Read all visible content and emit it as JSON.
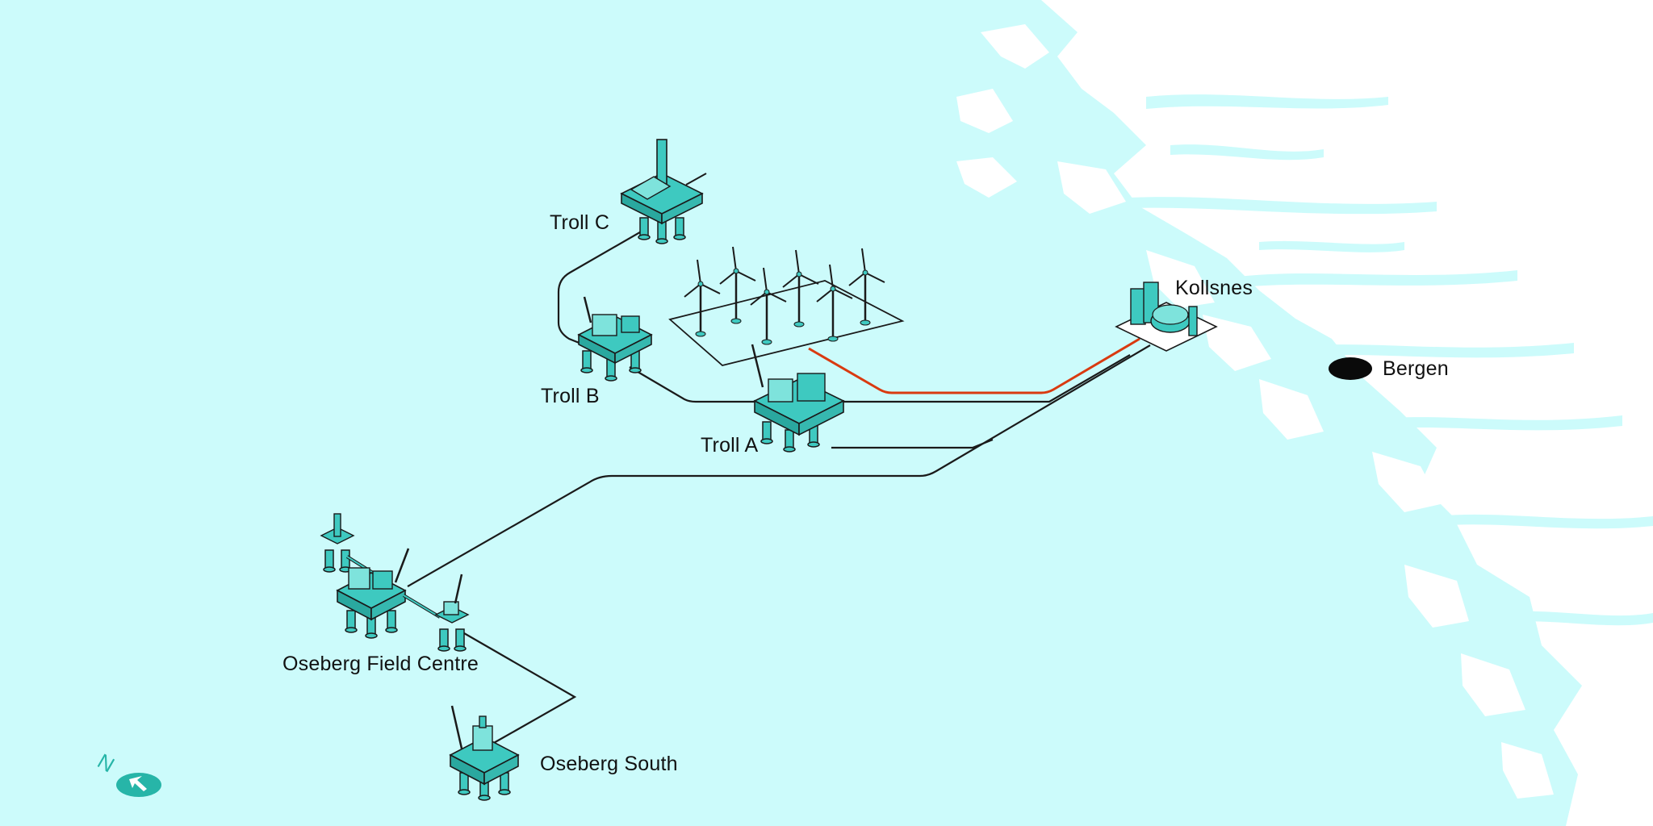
{
  "locations": {
    "troll_c": "Troll C",
    "troll_b": "Troll B",
    "troll_a": "Troll A",
    "kollsnes": "Kollsnes",
    "bergen": "Bergen",
    "oseberg_fc": "Oseberg Field Centre",
    "oseberg_south": "Oseberg South"
  },
  "compass": {
    "letter": "N"
  },
  "colors": {
    "sea": "#ccfbfb",
    "land": "#ffffff",
    "facility": "#3ec9c0",
    "pipeline": "#1a1a1a",
    "power_cable": "#d93a10"
  }
}
